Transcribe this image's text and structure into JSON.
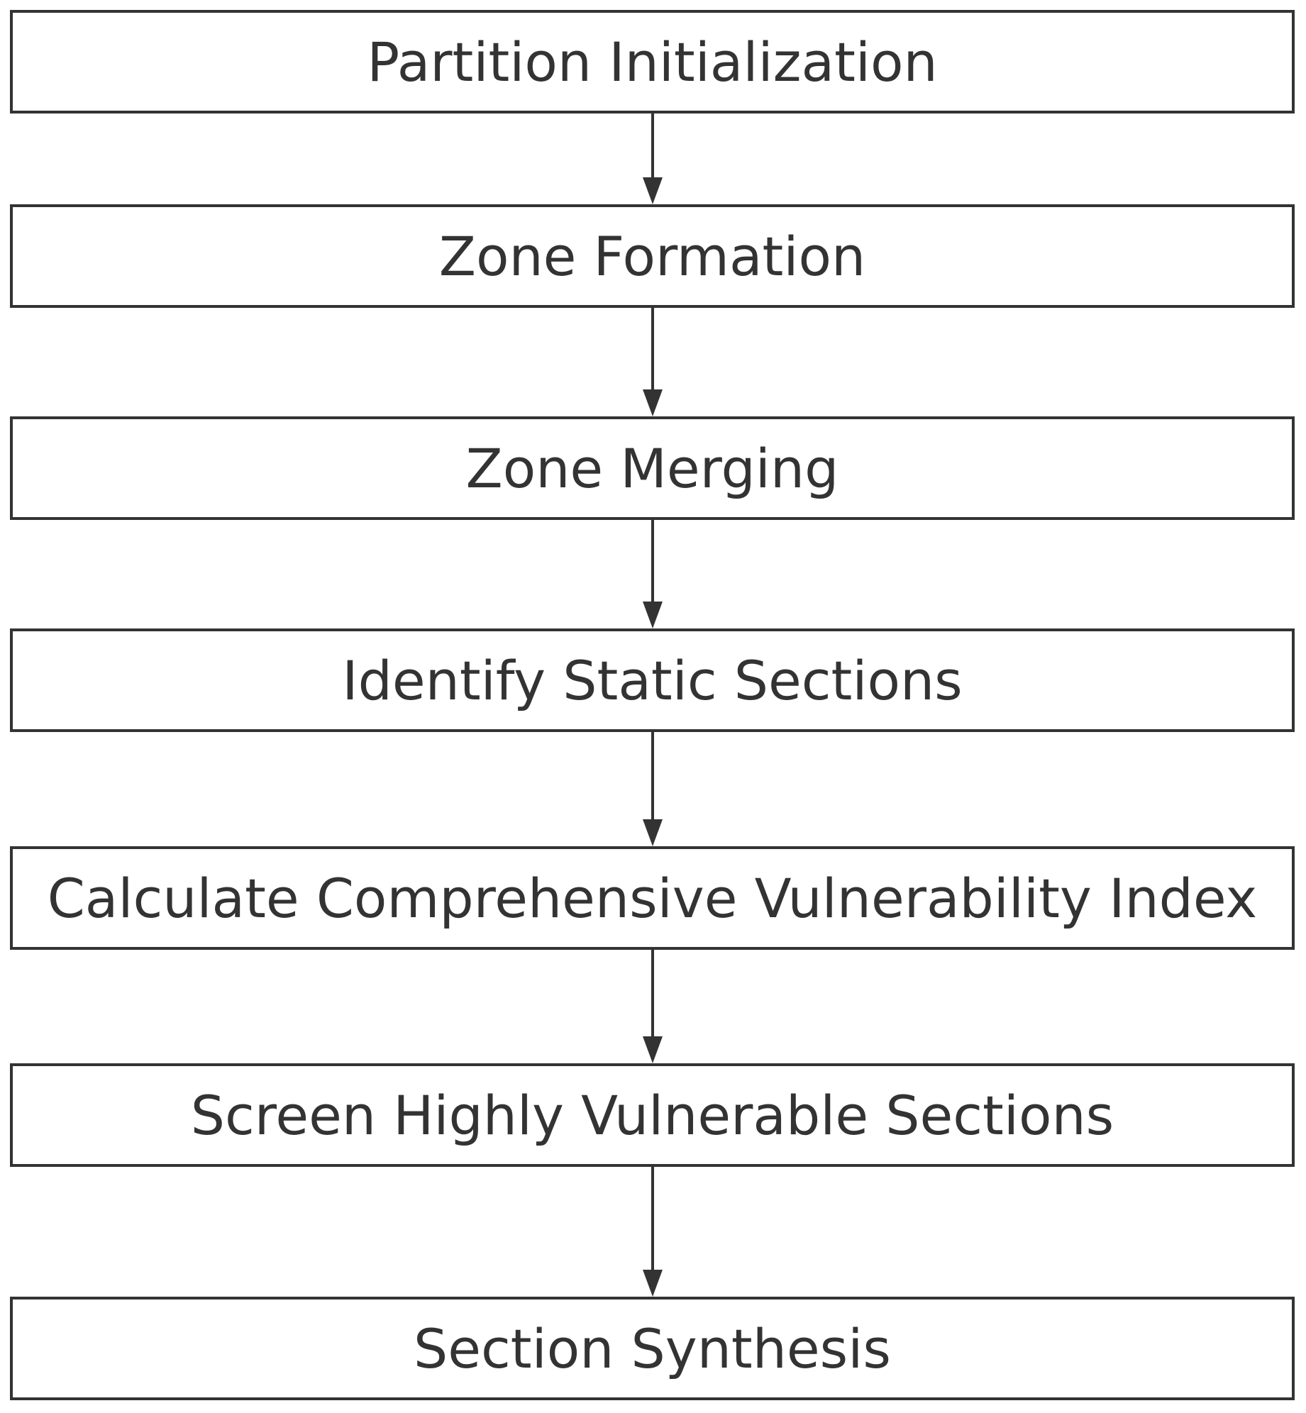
{
  "colors": {
    "stroke": "#333333",
    "text": "#333333",
    "background": "#ffffff"
  },
  "steps": [
    {
      "label": "Partition Initialization"
    },
    {
      "label": "Zone Formation"
    },
    {
      "label": "Zone Merging"
    },
    {
      "label": "Identify Static Sections"
    },
    {
      "label": "Calculate Comprehensive Vulnerability Index"
    },
    {
      "label": "Screen Highly Vulnerable Sections"
    },
    {
      "label": "Section Synthesis"
    }
  ]
}
